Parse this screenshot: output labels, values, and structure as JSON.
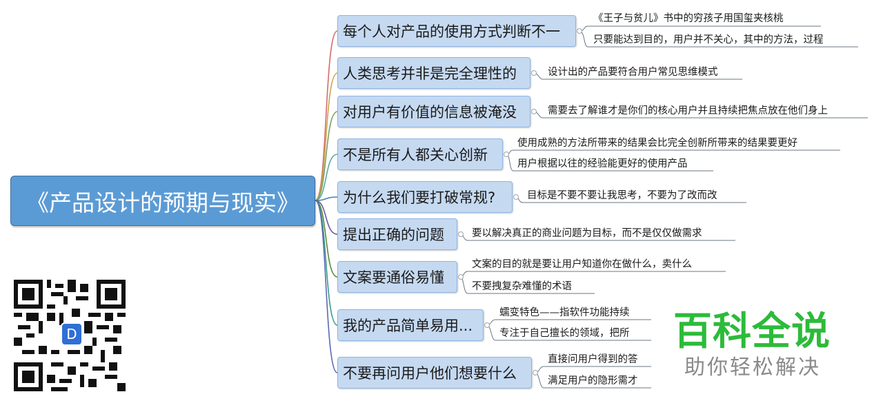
{
  "root": "《产品设计的预期与现实》",
  "branches": [
    {
      "label": "每个人对产品的使用方式判断不一",
      "notes": [
        "《王子与贫儿》书中的穷孩子用国玺夹核桃",
        "只要能达到目的，用户并不关心，其中的方法，过程"
      ]
    },
    {
      "label": "人类思考并非是完全理性的",
      "notes": [
        "设计出的产品要符合用户常见思维模式"
      ]
    },
    {
      "label": "对用户有价值的信息被淹没",
      "notes": [
        "需要去了解谁才是你们的核心用户并且持续把焦点放在他们身上"
      ]
    },
    {
      "label": "不是所有人都关心创新",
      "notes": [
        "使用成熟的方法所带来的结果会比完全创新所带来的结果要更好",
        "用户根据以往的经验能更好的使用产品"
      ]
    },
    {
      "label": "为什么我们要打破常规?",
      "notes": [
        "目标是不要不要让我思考，不要为了改而改"
      ]
    },
    {
      "label": "提出正确的问题",
      "notes": [
        "要以解决真正的商业问题为目标，而不是仅仅做需求"
      ]
    },
    {
      "label": "文案要通俗易懂",
      "notes": [
        "文案的目的就是要让用户知道你在做什么，卖什么",
        "不要拽复杂难懂的术语"
      ]
    },
    {
      "label": "我的产品简单易用...",
      "notes": [
        "蠕变特色——指软件功能持续",
        "专注于自己擅长的领域，把所"
      ]
    },
    {
      "label": "不要再问用户他们想要什么",
      "notes": [
        "直接问用户得到的答",
        "满足用户的隐形需才"
      ]
    }
  ],
  "watermark": {
    "title": "百科全说",
    "subtitle": "助你轻松解决"
  },
  "qr_logo_letter": "D",
  "colors": {
    "root_fill": "#5b9bd5",
    "branch_fill": "#c5d9f1",
    "watermark_green": "#2dbb3a"
  }
}
